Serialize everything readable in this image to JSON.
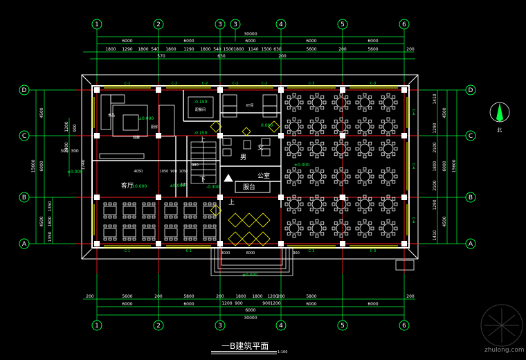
{
  "drawing": {
    "title": "一B建筑平面",
    "scale": "1:100",
    "watermark": "zhulong.com",
    "north_label": "北"
  },
  "grid": {
    "columns": [
      "1",
      "2",
      "3",
      "3",
      "4",
      "5",
      "6"
    ],
    "rows": [
      "D",
      "C",
      "B",
      "A"
    ]
  },
  "dims": {
    "top_total": "30000",
    "top_mid": [
      "6000",
      "6000",
      "6000",
      "6000",
      "6000"
    ],
    "top_detail": [
      "1800",
      "1290",
      "1800",
      "540",
      "1800",
      "1290",
      "1800",
      "540",
      "1500",
      "1800",
      "1140",
      "1500",
      "630",
      "5600",
      "200",
      "5600",
      "200"
    ],
    "top_sub": [
      "570",
      "630",
      "200"
    ],
    "bottom_total": "30000",
    "bottom_mid": [
      "6000",
      "6000",
      "6000",
      "6000",
      "6000"
    ],
    "bottom_detail": [
      "200",
      "5600",
      "200",
      "5800",
      "200",
      "1800",
      "1800",
      "1200",
      "200",
      "5800",
      "200"
    ],
    "bottom_extra": [
      "1200",
      "900",
      "1800",
      "1800",
      "900",
      "1200"
    ],
    "right_vals": [
      "1410",
      "4500",
      "1290",
      "2100",
      "1800",
      "6000",
      "15600",
      "2100",
      "1290",
      "4500",
      "1410"
    ],
    "left_vals": [
      "4500",
      "6000",
      "15600",
      "4500",
      "1350",
      "1800",
      "1350"
    ],
    "left_small": [
      "1200",
      "900",
      "2400",
      "300",
      "300",
      "1740"
    ],
    "elev": [
      "±0.000",
      "-0.150",
      "±0.000",
      "±0.000",
      "-0.150",
      "±0.000",
      "-0.300",
      "0.000",
      "±0.000",
      "±0.000"
    ]
  },
  "rooms": {
    "kitchen": "厨房",
    "storage": "储藏",
    "hall": "客厅",
    "public": "公室",
    "service": "服台",
    "wc_m": "男",
    "wc_f": "女",
    "sub_kitchen": "配餐间",
    "food": "食品",
    "ancillary": "XT间"
  },
  "labels": {
    "window_c1": "C-1",
    "window_c2": "C-2",
    "window_c3": "C-3",
    "window_c4": "C-4",
    "up": "上",
    "down": "下",
    "n1": "4050",
    "n2": "1050",
    "n3": "900",
    "n4": "1050",
    "n5": "120",
    "n6": "980",
    "n7": "6000",
    "n8": "3000",
    "n9": "300"
  },
  "colors": {
    "grid_line": "#ff2020",
    "wall": "#ffffff",
    "dim": "#00ff40",
    "furniture": "#ffffff",
    "accent": "#ffff00",
    "cyan": "#00ffff"
  }
}
